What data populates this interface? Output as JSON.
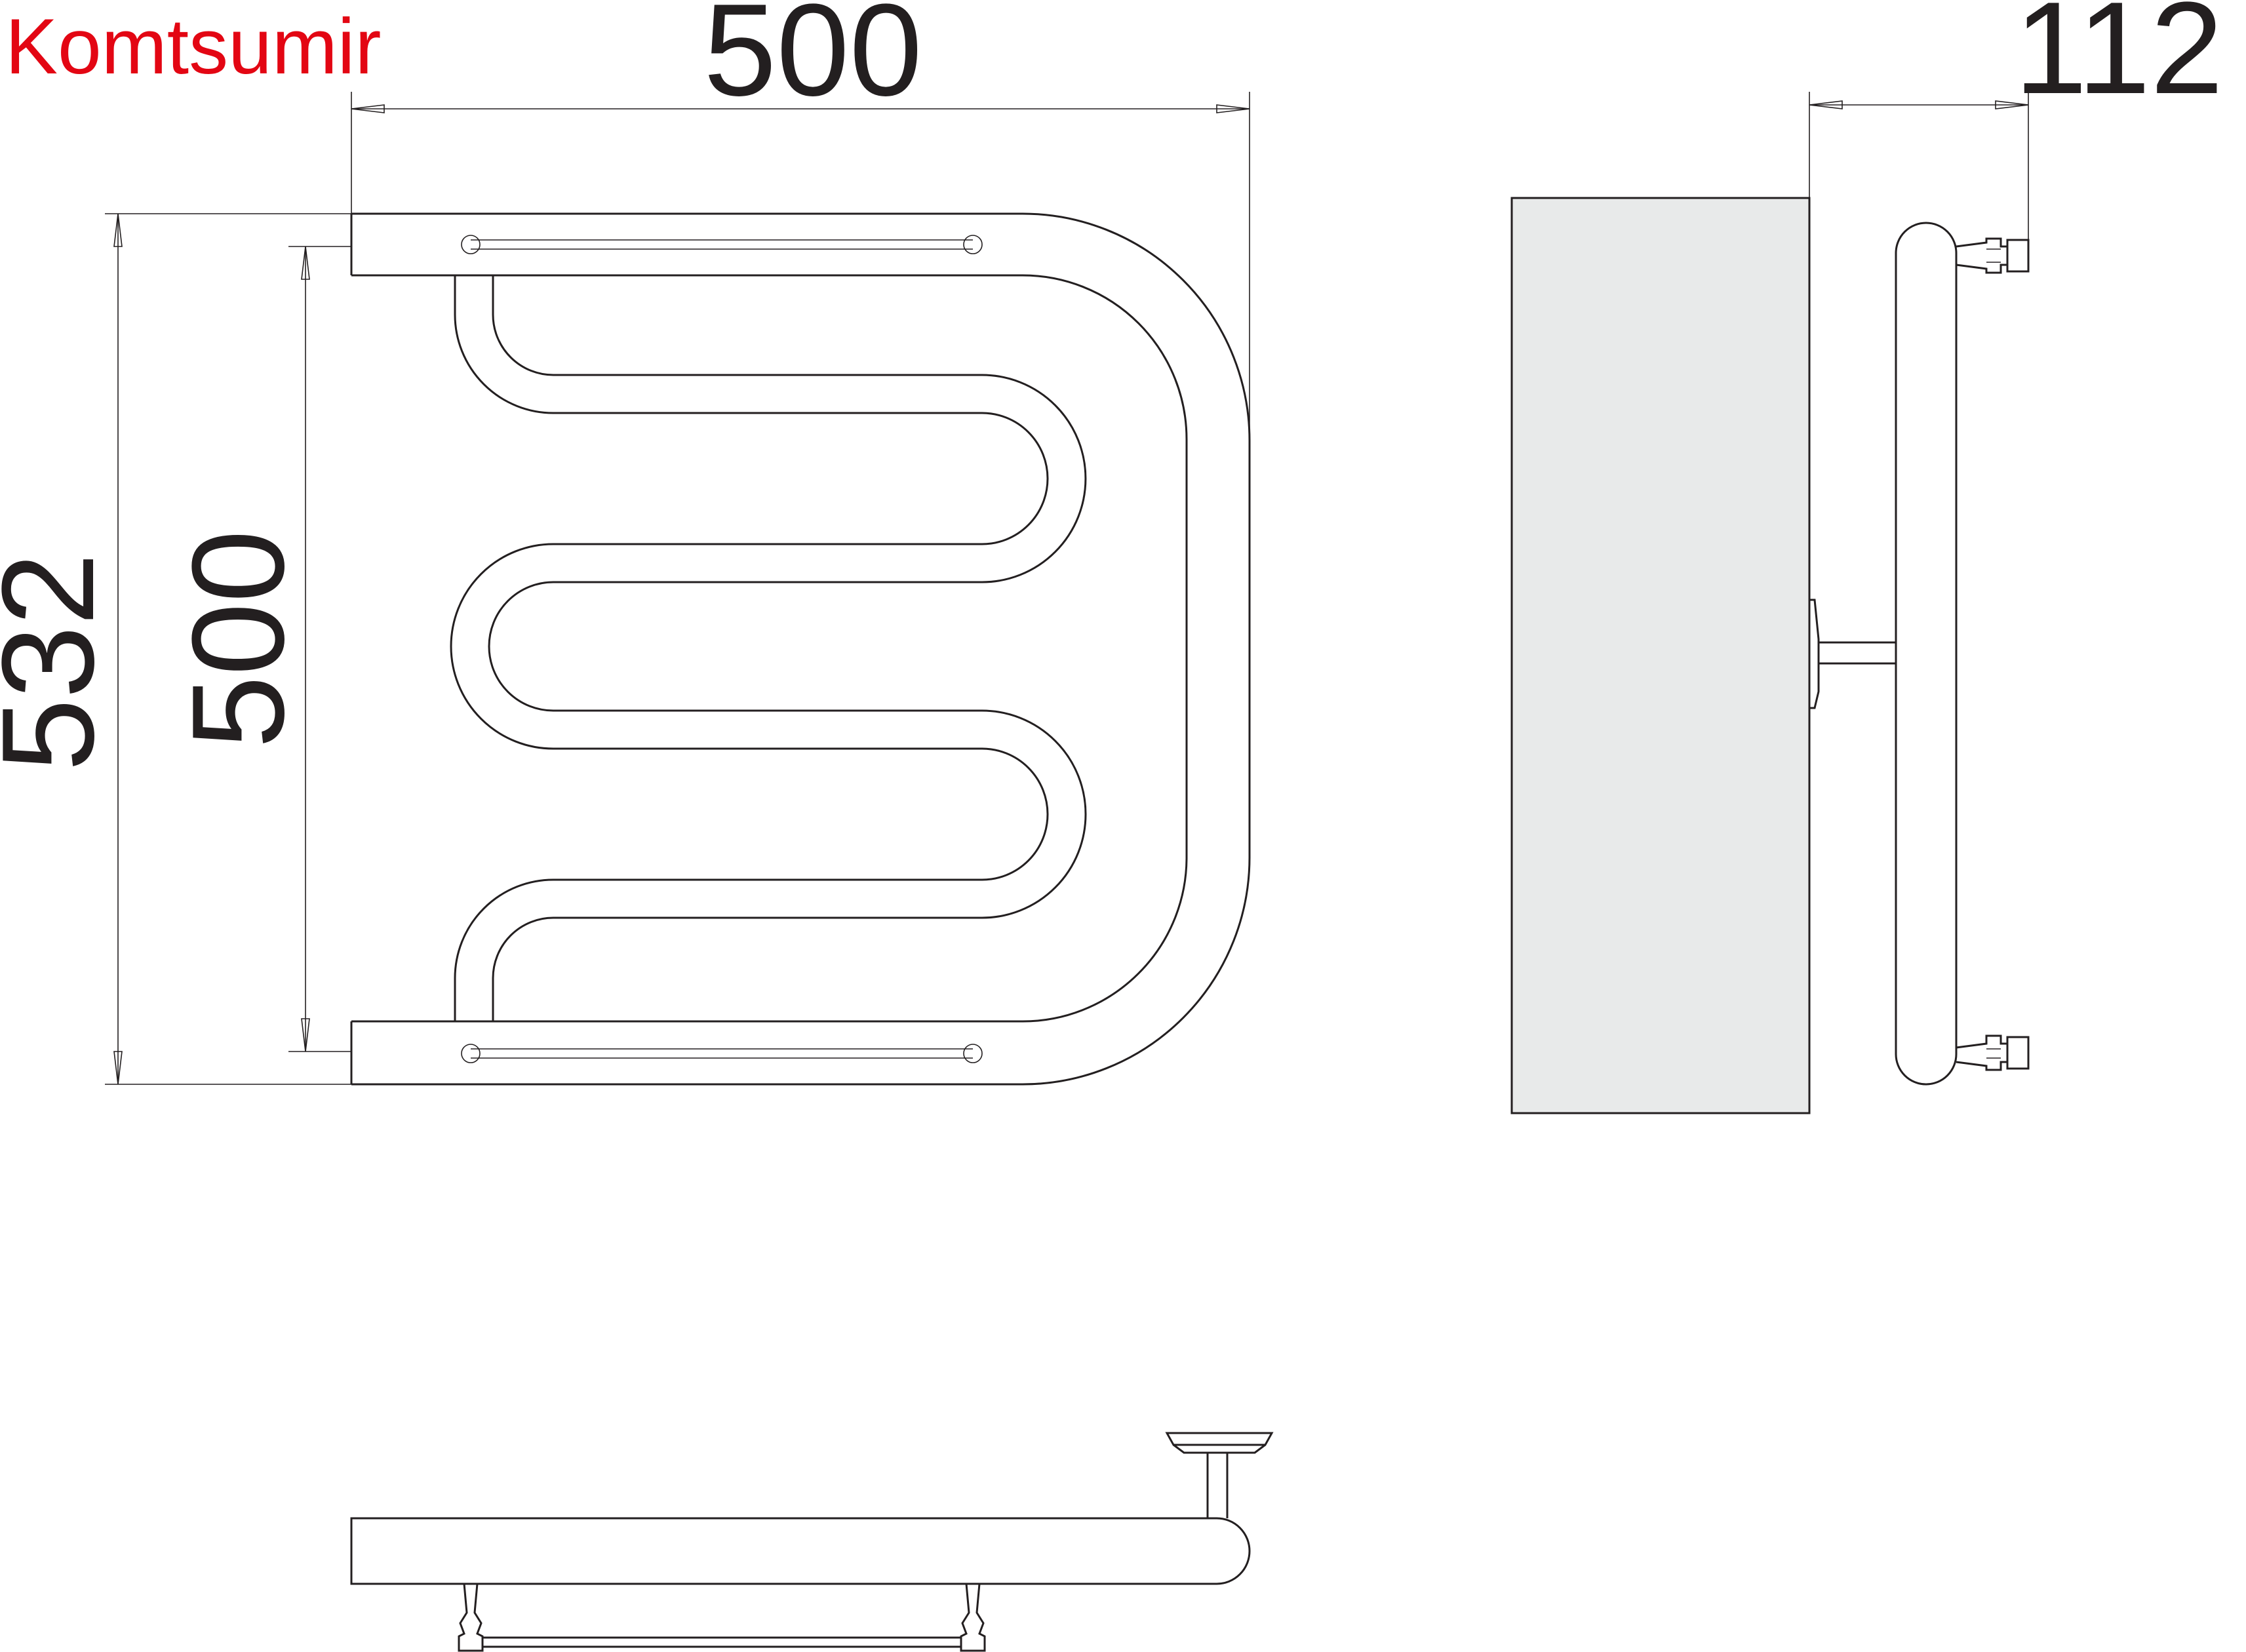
{
  "brand": {
    "name": "Komtsumir",
    "color": "#e30613"
  },
  "dimensions": {
    "overall_width": "500",
    "overall_height": "532",
    "center_distance": "500",
    "wall_offset": "112"
  },
  "colors": {
    "line": "#231f20",
    "wall_fill": "#e8eaea"
  }
}
